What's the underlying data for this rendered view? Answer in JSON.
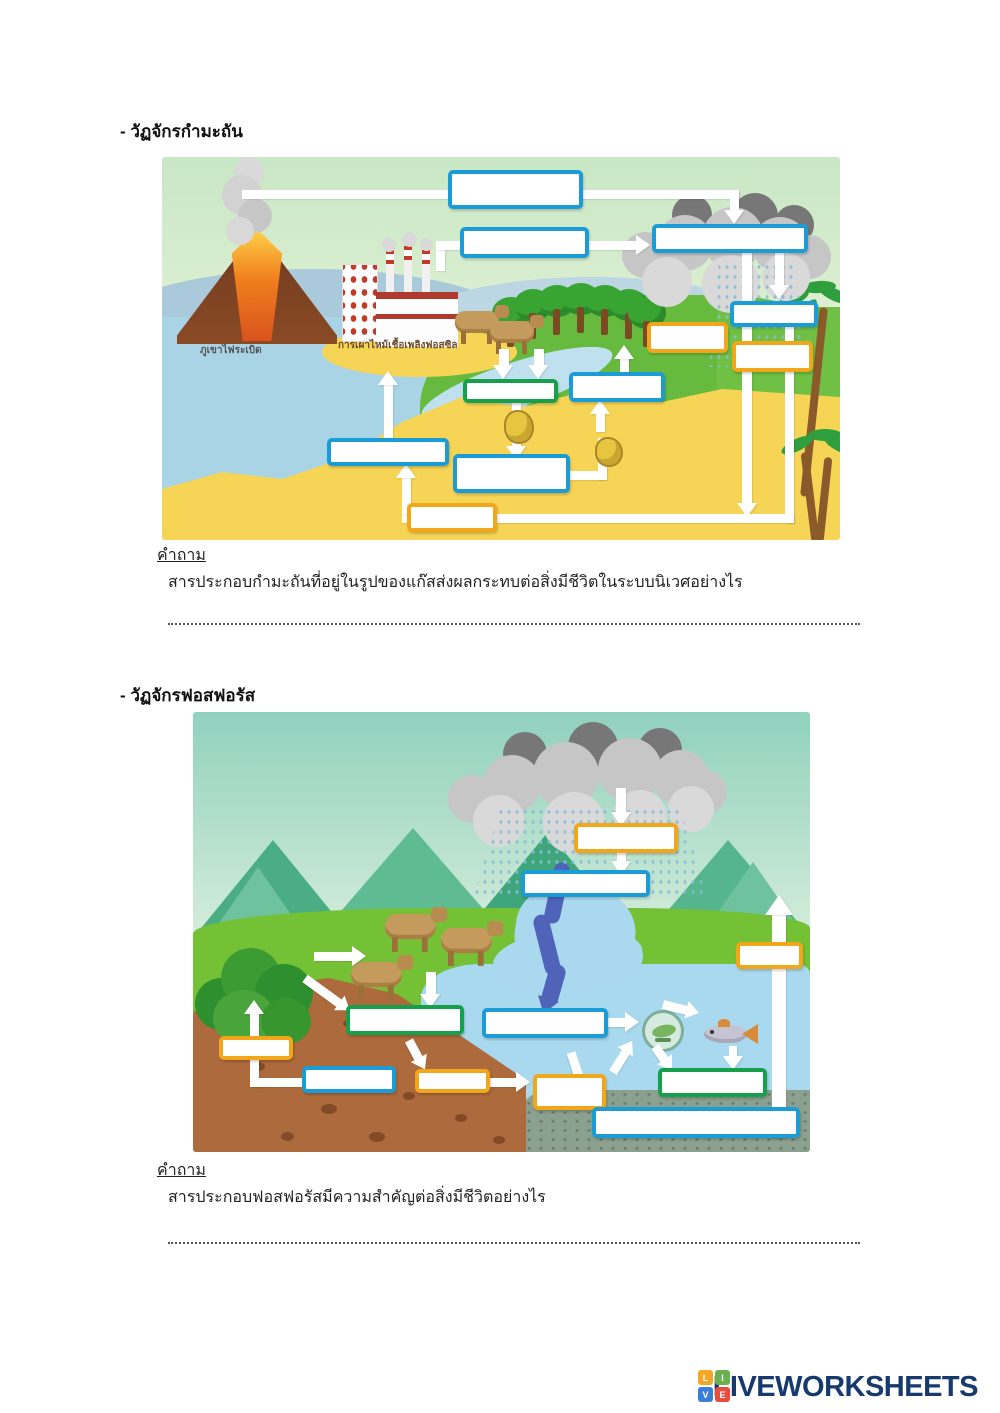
{
  "colors": {
    "box_blue": "#1c9cd6",
    "box_orange": "#f2a71b",
    "box_green": "#17a04b",
    "brand_navy": "#16396e"
  },
  "sulfur": {
    "heading": "- วัฏจักรกำมะถัน",
    "question_label": "คำถาม",
    "question": "สารประกอบกำมะถันที่อยู่ในรูปของแก๊สส่งผลกระทบต่อสิ่งมีชีวิตในระบบนิเวศอย่างไร",
    "volcano_label": "ภูเขาไฟระเบิด",
    "factory_label": "การเผาไหม้เชื้อเพลิงฟอสซิล"
  },
  "phosphorus": {
    "heading": "- วัฏจักรฟอสฟอรัส",
    "question_label": "คำถาม",
    "question": "สารประกอบฟอสฟอรัสมีความสำคัญต่อสิ่งมีชีวิตอย่างไร"
  },
  "footer": {
    "brand": "LIVEWORKSHEETS",
    "logo_letters": [
      "L",
      "I",
      "V",
      "E"
    ]
  }
}
